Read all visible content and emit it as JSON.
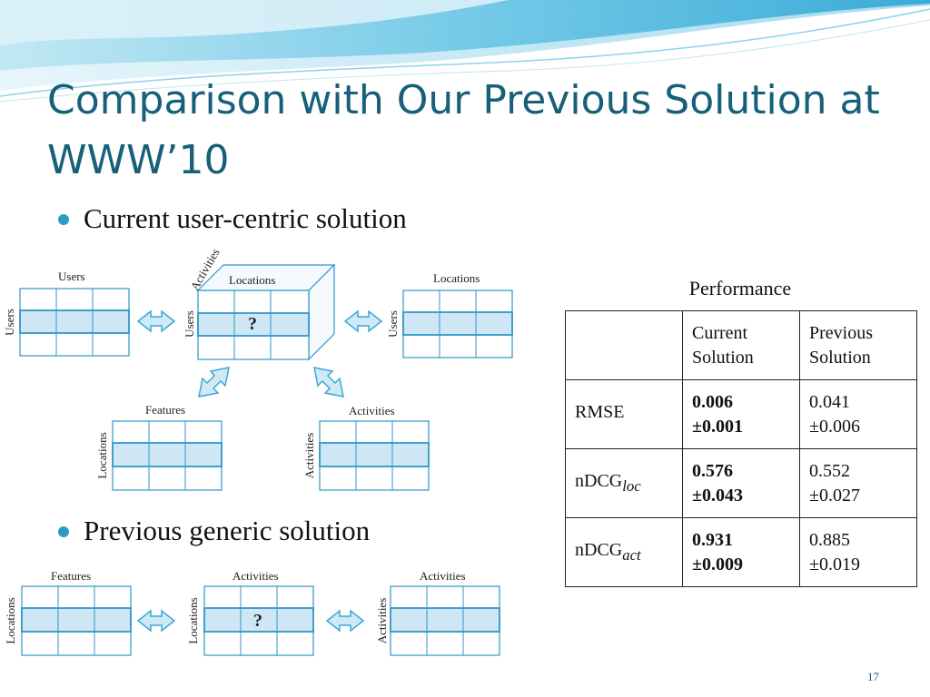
{
  "slide": {
    "title": "Comparison with Our Previous Solution at WWW’10",
    "page_number": "17"
  },
  "bullets": {
    "current": "Current user-centric solution",
    "previous": "Previous generic solution"
  },
  "current_diagram": {
    "users_matrix": {
      "top_label": "Users",
      "side_label": "Users"
    },
    "tensor": {
      "top_label": "Locations",
      "side_label": "Users",
      "depth_label": "Activities",
      "missing": "?"
    },
    "locations_matrix": {
      "top_label": "Locations",
      "side_label": "Users"
    },
    "features_matrix": {
      "top_label": "Features",
      "side_label": "Locations"
    },
    "activities_matrix": {
      "top_label": "Activities",
      "side_label": "Activities"
    }
  },
  "previous_diagram": {
    "features_matrix": {
      "top_label": "Features",
      "side_label": "Locations"
    },
    "target_matrix": {
      "top_label": "Activities",
      "side_label": "Locations",
      "missing": "?"
    },
    "activities_matrix": {
      "top_label": "Activities",
      "side_label": "Activities"
    }
  },
  "performance": {
    "caption": "Performance",
    "headers": [
      "",
      "Current Solution",
      "Previous Solution"
    ],
    "rows": [
      {
        "metric": "RMSE",
        "metric_sub": "",
        "current": [
          "0.006",
          "±0.001"
        ],
        "previous": [
          "0.041",
          "±0.006"
        ]
      },
      {
        "metric": "nDCG",
        "metric_sub": "loc",
        "current": [
          "0.576",
          "±0.043"
        ],
        "previous": [
          "0.552",
          "±0.027"
        ]
      },
      {
        "metric": "nDCG",
        "metric_sub": "act",
        "current": [
          "0.931",
          "±0.009"
        ],
        "previous": [
          "0.885",
          "±0.019"
        ]
      }
    ]
  },
  "colors": {
    "title": "#17607a",
    "bullet": "#2a9cc8",
    "matrix_line": "#2f97c9",
    "matrix_highlight": "#cfe7f4",
    "arrow_fill": "#cdeaf6",
    "arrow_stroke": "#3ea6d6"
  }
}
